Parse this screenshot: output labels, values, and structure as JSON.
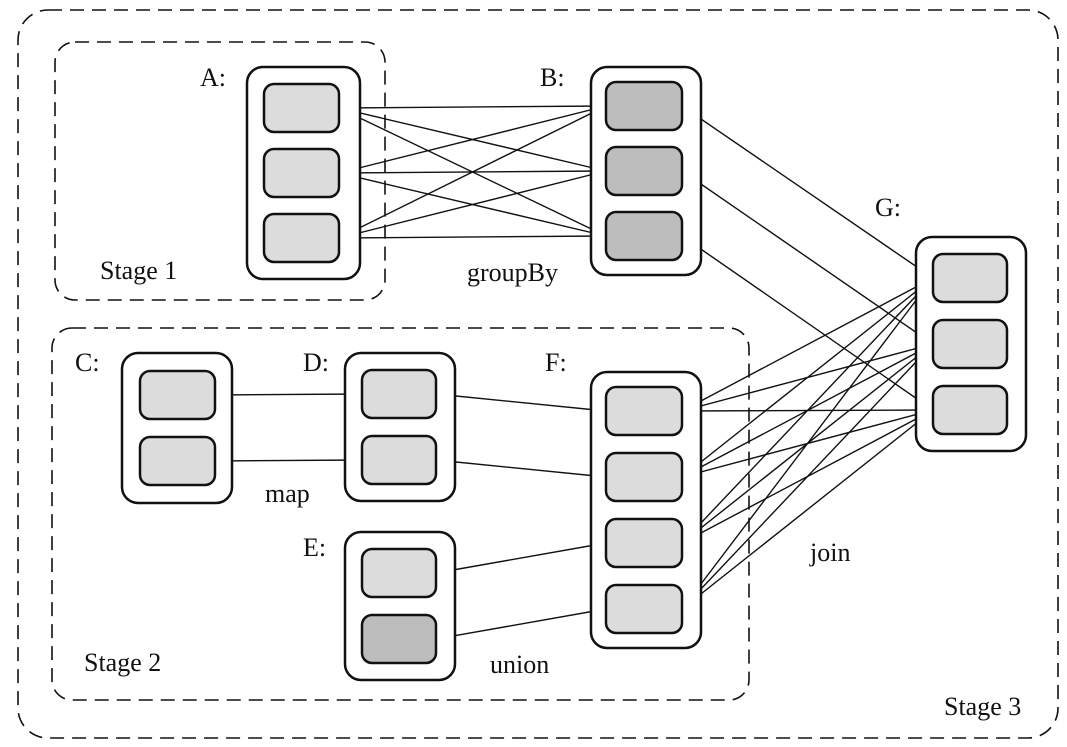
{
  "stages": [
    {
      "id": "stage1",
      "label": "Stage 1"
    },
    {
      "id": "stage2",
      "label": "Stage 2"
    },
    {
      "id": "stage3",
      "label": "Stage 3"
    }
  ],
  "rdds": {
    "A": {
      "label": "A:",
      "partitions": 3,
      "shaded": []
    },
    "B": {
      "label": "B:",
      "partitions": 3,
      "shaded": [
        0,
        1,
        2
      ]
    },
    "C": {
      "label": "C:",
      "partitions": 2,
      "shaded": []
    },
    "D": {
      "label": "D:",
      "partitions": 2,
      "shaded": []
    },
    "E": {
      "label": "E:",
      "partitions": 2,
      "shaded": [
        1
      ]
    },
    "F": {
      "label": "F:",
      "partitions": 4,
      "shaded": []
    },
    "G": {
      "label": "G:",
      "partitions": 3,
      "shaded": []
    }
  },
  "operations": {
    "groupBy": "groupBy",
    "map": "map",
    "union": "union",
    "join": "join"
  },
  "edges": [
    {
      "from": "A",
      "to": "B",
      "kind": "all-to-all"
    },
    {
      "from": "B",
      "to": "G",
      "kind": "one-to-one"
    },
    {
      "from": "C",
      "to": "D",
      "kind": "one-to-one"
    },
    {
      "from": "D",
      "to": "F",
      "kind": "one-to-one",
      "offset": 0
    },
    {
      "from": "E",
      "to": "F",
      "kind": "one-to-one",
      "offset": 2
    },
    {
      "from": "F",
      "to": "G",
      "kind": "all-to-all"
    }
  ],
  "colors": {
    "partition": "#dcdcdc",
    "partition_shaded": "#bdbdbd",
    "stroke": "#111111"
  }
}
